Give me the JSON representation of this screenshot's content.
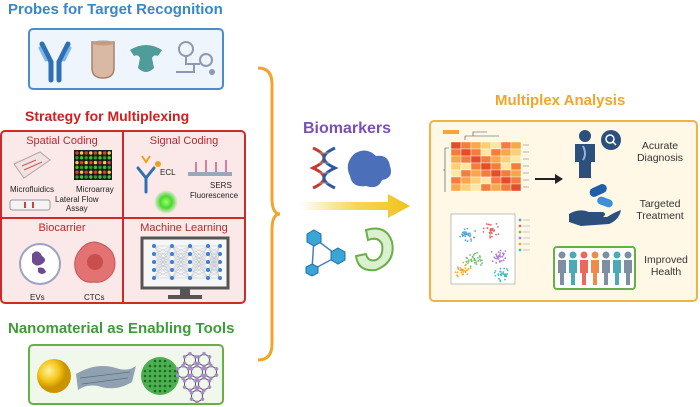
{
  "probes": {
    "title": "Probes for Target Recognition"
  },
  "strategy": {
    "title": "Strategy for Multiplexing",
    "spatial": {
      "title": "Spatial Coding",
      "microfluidics": "Microfluidics",
      "microarray": "Microarray",
      "lateral_flow_1": "Lateral Flow",
      "lateral_flow_2": "Assay"
    },
    "signal": {
      "title": "Signal Coding",
      "ecl": "ECL",
      "sers": "SERS",
      "fluorescence": "Fluorescence"
    },
    "biocarrier": {
      "title": "Biocarrier",
      "evs": "EVs",
      "ctcs": "CTCs"
    },
    "ml": {
      "title": "Machine Learning"
    }
  },
  "nano": {
    "title": "Nanomaterial as Enabling Tools"
  },
  "biomarkers": {
    "title": "Biomarkers"
  },
  "analysis": {
    "title": "Multiplex Analysis",
    "diagnosis_1": "Acurate",
    "diagnosis_2": "Diagnosis",
    "treatment_1": "Targeted",
    "treatment_2": "Treatment",
    "health_1": "Improved",
    "health_2": "Health"
  },
  "colors": {
    "blue": "#3b86c6",
    "red": "#cc1f1f",
    "green": "#3f9b3a",
    "purple": "#7b4fb8",
    "orange": "#f1a52a"
  }
}
